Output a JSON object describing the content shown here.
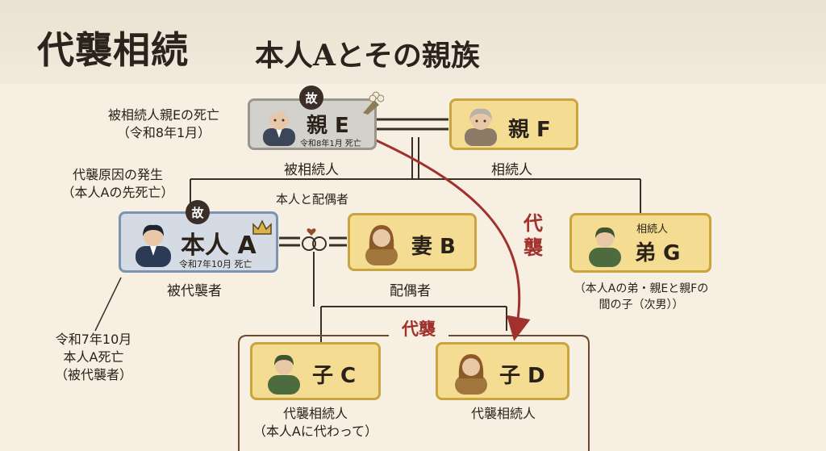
{
  "header": {
    "title": "代襲相続",
    "subtitle": "本人Aとその親族"
  },
  "nodes": {
    "parent_e": {
      "label": "親 E",
      "note": "令和8年1月 死亡",
      "badge": "故",
      "caption": "被相続人",
      "avatar": "elderly-man-icon",
      "decoration": "flower-bouquet-icon"
    },
    "parent_f": {
      "label": "親 F",
      "caption": "相続人",
      "avatar": "elderly-woman-icon"
    },
    "person_a": {
      "label": "本人 A",
      "note": "令和7年10月 死亡",
      "badge": "故",
      "caption": "被代襲者",
      "avatar": "man-icon",
      "decoration": "crown-icon"
    },
    "spouse_b": {
      "label": "妻 B",
      "caption": "配偶者",
      "avatar": "woman-icon"
    },
    "brother_g": {
      "label": "弟 G",
      "role": "相続人",
      "caption_lines": [
        "（本人Aの弟・親Eと親Fの",
        "間の子（次男））"
      ],
      "avatar": "man-icon"
    },
    "child_c": {
      "label": "子 C",
      "caption_lines": [
        "代襲相続人",
        "（本人Aに代わって）"
      ],
      "avatar": "boy-icon"
    },
    "child_d": {
      "label": "子 D",
      "caption_lines": [
        "代襲相続人"
      ],
      "avatar": "girl-icon"
    }
  },
  "notes": {
    "death_e": [
      "被相続人親Eの死亡",
      "（令和8年1月）"
    ],
    "cause": [
      "代襲原因の発生",
      "（本人Aの先死亡）"
    ],
    "death_a": [
      "令和7年10月",
      "本人A死亡",
      "（被代襲者）"
    ],
    "couple_label": "本人と配偶者"
  },
  "daishu": {
    "vertical_label": [
      "代",
      "襲"
    ],
    "group_label": "代襲"
  },
  "colors": {
    "accent_red": "#a0312c",
    "node_gold": "#f4dd93",
    "node_grey": "#d3d1cc",
    "node_blue": "#d4dbe4",
    "background": "#f7efe1"
  }
}
